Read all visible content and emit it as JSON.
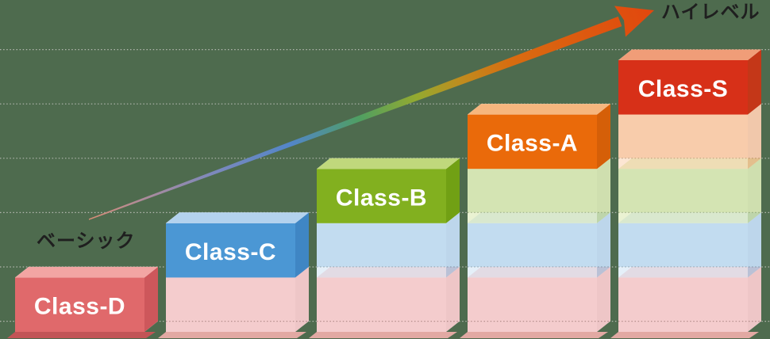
{
  "chart_data": {
    "type": "bar",
    "subtype": "3d-stacked-progression",
    "description_visible_text_only": "Five 3D blocks rising left to right with a gradient arrow from basic to high level",
    "categories": [
      "Class-D",
      "Class-C",
      "Class-B",
      "Class-A",
      "Class-S"
    ],
    "values": [
      1,
      2,
      3,
      4,
      5
    ],
    "stack_rule": "Each bar is its solid class color on top of faded (translucent) segments of every lower class",
    "series_colors": [
      {
        "label": "Class-D",
        "front": "#e0696b",
        "top": "#f2a5a3",
        "side": "#cd575b"
      },
      {
        "label": "Class-C",
        "front": "#4b97d4",
        "top": "#b3d2ee",
        "side": "#3f86c4"
      },
      {
        "label": "Class-B",
        "front": "#82b01f",
        "top": "#c0d87c",
        "side": "#71a014"
      },
      {
        "label": "Class-A",
        "front": "#ea6a0a",
        "top": "#f6b67e",
        "side": "#d55f08"
      },
      {
        "label": "Class-S",
        "front": "#d73018",
        "top": "#f09d78",
        "side": "#c43718"
      }
    ],
    "faded_opacity": 0.34,
    "bar_label_color": "#ffffff",
    "annotations": {
      "start_label": "ベーシック",
      "end_label": "ハイレベル"
    },
    "annotation_color": "#1f1f1f",
    "arrow": {
      "from": "start_label",
      "to": "end_label",
      "gradient_stops": [
        {
          "o": 0.0,
          "c": "#d98d76"
        },
        {
          "o": 0.1,
          "c": "#ab8b9c"
        },
        {
          "o": 0.22,
          "c": "#7d89bc"
        },
        {
          "o": 0.36,
          "c": "#5286c8"
        },
        {
          "o": 0.48,
          "c": "#4f9f62"
        },
        {
          "o": 0.58,
          "c": "#93aa30"
        },
        {
          "o": 0.66,
          "c": "#c08c1e"
        },
        {
          "o": 0.75,
          "c": "#d86c10"
        },
        {
          "o": 1.0,
          "c": "#e2470e"
        }
      ]
    },
    "gridlines": {
      "count": 6,
      "style": "dotted",
      "color": "#b4b8b0",
      "overlay_color": "#a2a6a0"
    },
    "background": "#4e6b4e",
    "shadow_colors": {
      "first": "#c25456",
      "rest": "#e2a9a3"
    },
    "y_axis": {
      "visible": false,
      "note": "one gridline step equals one class level"
    }
  }
}
